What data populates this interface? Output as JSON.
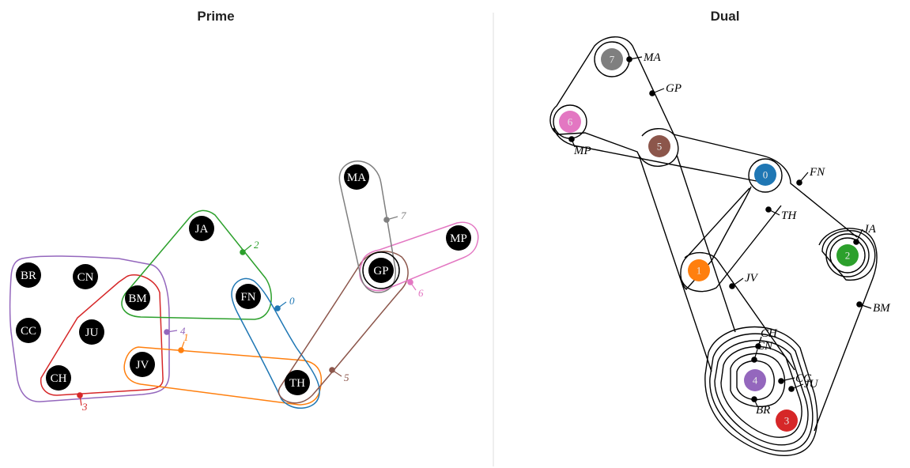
{
  "titles": {
    "prime": "Prime",
    "dual": "Dual"
  },
  "colors": {
    "0": "#1f77b4",
    "1": "#ff7f0e",
    "2": "#2ca02c",
    "3": "#d62728",
    "4": "#9467bd",
    "5": "#8c564b",
    "6": "#e377c2",
    "7": "#7f7f7f"
  },
  "prime": {
    "nodes": [
      "BR",
      "CN",
      "CC",
      "JU",
      "CH",
      "BM",
      "JA",
      "FN",
      "JV",
      "TH",
      "MA",
      "GP",
      "MP"
    ],
    "edges": [
      "0",
      "1",
      "2",
      "3",
      "4",
      "5",
      "6",
      "7"
    ]
  },
  "dual": {
    "nodes": [
      "0",
      "1",
      "2",
      "3",
      "4",
      "5",
      "6",
      "7"
    ],
    "edges": [
      "MA",
      "GP",
      "MP",
      "FN",
      "TH",
      "JA",
      "JV",
      "BM",
      "CH",
      "CN",
      "CC",
      "JU",
      "BR"
    ]
  }
}
